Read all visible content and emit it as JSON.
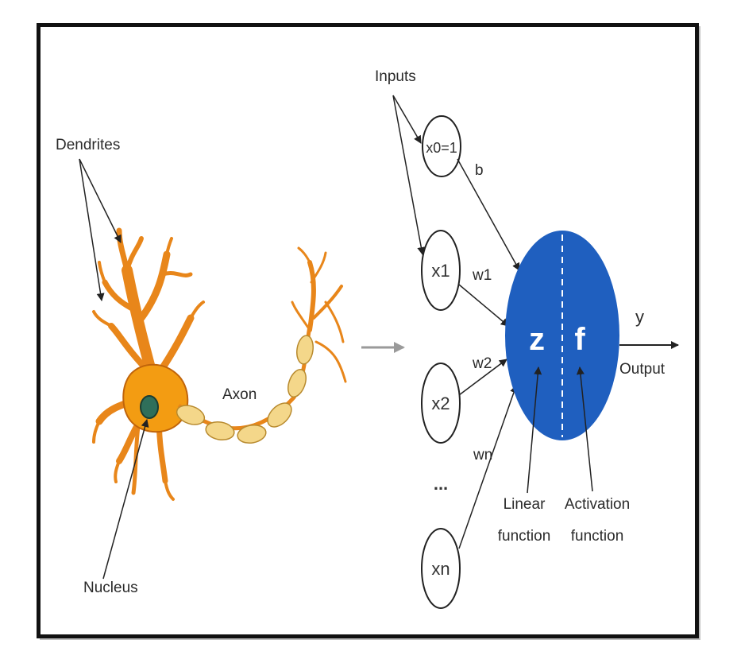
{
  "neuron": {
    "dendrites_label": "Dendrites",
    "axon_label": "Axon",
    "nucleus_label": "Nucleus"
  },
  "perceptron": {
    "inputs_label": "Inputs",
    "nodes": [
      "x0=1",
      "x1",
      "x2",
      "...",
      "xn"
    ],
    "weights": [
      "b",
      "w1",
      "w2",
      "wn"
    ],
    "z_symbol": "z",
    "f_symbol": "f",
    "output_symbol": "y",
    "output_label": "Output",
    "linear_label": [
      "Linear",
      "function"
    ],
    "activation_label": [
      "Activation",
      "function"
    ]
  },
  "colors": {
    "neuron_body": "#f39c12",
    "neuron_outline": "#c0640a",
    "nucleus": "#2f6f5a",
    "myelin": "#f4d78a",
    "perceptron_fill": "#1f5fbf",
    "arrow": "#999999"
  }
}
